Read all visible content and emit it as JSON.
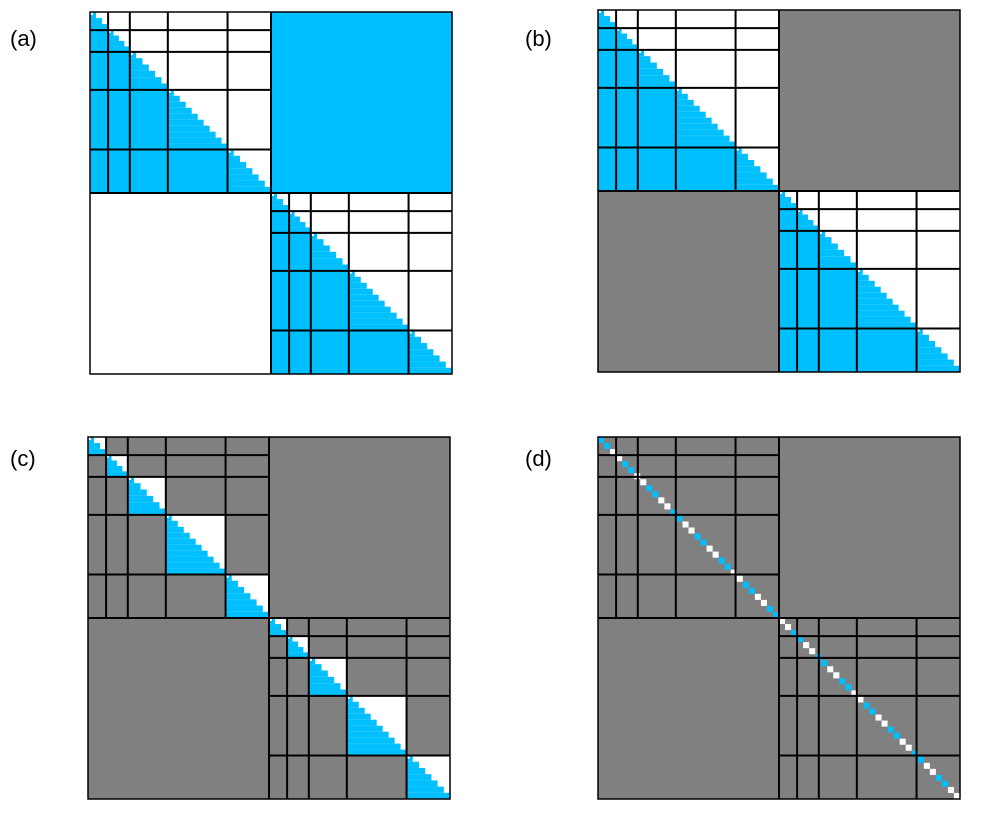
{
  "colors": {
    "blue": "#00BFFF",
    "gray": "#808080",
    "white": "#FFFFFF",
    "line": "#000000"
  },
  "panels": [
    {
      "label": "(a)",
      "upper_off": "blue",
      "lower_off": "white",
      "diag_lower": "blue",
      "mode": "full"
    },
    {
      "label": "(b)",
      "upper_off": "gray",
      "lower_off": "gray",
      "diag_lower": "blue",
      "mode": "full"
    },
    {
      "label": "(c)",
      "upper_off": "gray",
      "lower_off": "gray",
      "diag_lower": "blue",
      "mode": "diag-blocks"
    },
    {
      "label": "(d)",
      "upper_off": "gray",
      "lower_off": "gray",
      "diag_lower": "blue",
      "mode": "diagonal"
    }
  ]
}
